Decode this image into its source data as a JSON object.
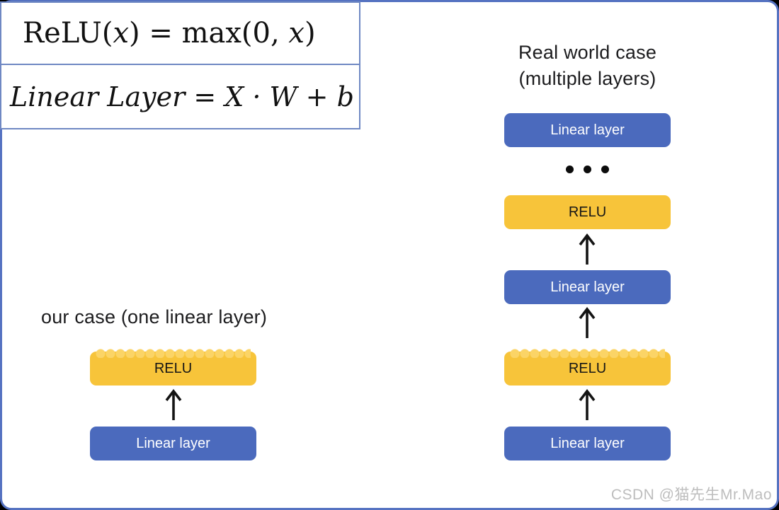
{
  "colors": {
    "card_border": "#5572c1",
    "formula_box_border": "#6f88c3",
    "linear_box_blue": "#4b6abd",
    "relu_box_yellow": "#f7c43a",
    "relu_fuzz_highlight": "#fbd466",
    "arrow_black": "#141414",
    "watermark_gray": "#bdbdbd"
  },
  "formulas": {
    "relu": {
      "parts": [
        "ReLU(",
        "x",
        ") = max(0, ",
        "x",
        ")"
      ]
    },
    "linear": {
      "text": "Linear Layer = X · W + b"
    }
  },
  "labels": {
    "relu": "RELU",
    "linear": "Linear layer"
  },
  "left_diagram": {
    "title": "our case (one linear layer)"
  },
  "right_diagram": {
    "title_line1": "Real world case",
    "title_line2": "(multiple layers)"
  },
  "watermark": {
    "text": "CSDN @猫先生Mr.Mao"
  }
}
